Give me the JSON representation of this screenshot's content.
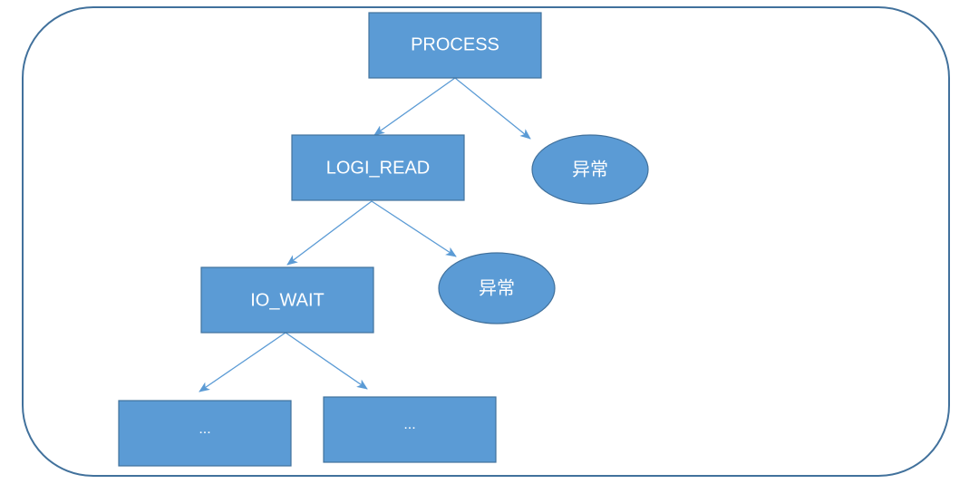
{
  "diagram": {
    "nodes": {
      "process": {
        "label": "PROCESS"
      },
      "exception_1": {
        "label": "异常"
      },
      "logi_read": {
        "label": "LOGI_READ"
      },
      "exception_2": {
        "label": "异常"
      },
      "io_wait": {
        "label": "IO_WAIT"
      },
      "child_1": {
        "label": "..."
      },
      "child_2": {
        "label": "..."
      }
    },
    "edges": [
      {
        "from": "process",
        "to": "logi_read"
      },
      {
        "from": "process",
        "to": "exception_1"
      },
      {
        "from": "logi_read",
        "to": "io_wait"
      },
      {
        "from": "logi_read",
        "to": "exception_2"
      },
      {
        "from": "io_wait",
        "to": "child_1"
      },
      {
        "from": "io_wait",
        "to": "child_2"
      }
    ]
  }
}
